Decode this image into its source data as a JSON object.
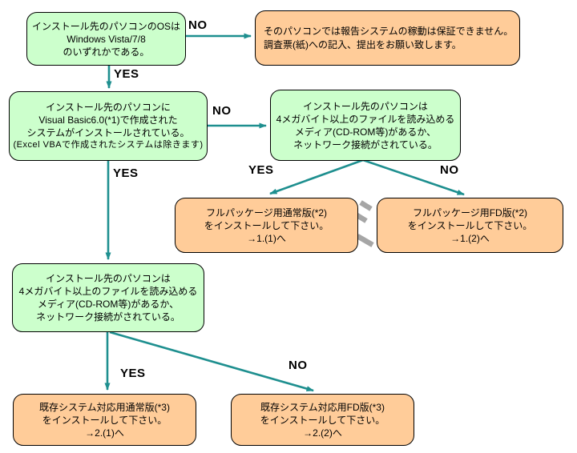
{
  "colors": {
    "green_fill": "#ccffcc",
    "orange_fill": "#ffcc99",
    "arrow_color": "#1e8f8f",
    "tear_color": "#a6a6a6",
    "border_color": "#000000"
  },
  "nodes": {
    "os_check": {
      "type": "decision",
      "lines": [
        "インストール先のパソコンのOSは",
        "Windows Vista/7/8",
        "のいずれかである。"
      ]
    },
    "not_guaranteed": {
      "type": "result",
      "lines": [
        "そのパソコンでは報告システムの稼動は保証できません。",
        "調査票(紙)への記入、提出をお願い致します。"
      ]
    },
    "vb6_check": {
      "type": "decision",
      "lines": [
        "インストール先のパソコンに",
        "Visual Basic6.0(*1)で作成された",
        "システムがインストールされている。",
        "(Excel VBAで作成されたシステムは除きます)"
      ]
    },
    "media_check_right": {
      "type": "decision",
      "lines": [
        "インストール先のパソコンは",
        "4メガバイト以上のファイルを読み込める",
        "メディア(CD-ROM等)があるか、",
        "ネットワーク接続がされている。"
      ]
    },
    "full_normal": {
      "type": "result",
      "lines": [
        "フルパッケージ用通常版(*2)",
        "をインストールして下さい。",
        "→1.(1)へ"
      ]
    },
    "full_fd": {
      "type": "result",
      "lines": [
        "フルパッケージ用FD版(*2)",
        "をインストールして下さい。",
        "→1.(2)へ"
      ]
    },
    "media_check_left": {
      "type": "decision",
      "lines": [
        "インストール先のパソコンは",
        "4メガバイト以上のファイルを読み込める",
        "メディア(CD-ROM等)があるか、",
        "ネットワーク接続がされている。"
      ]
    },
    "existing_normal": {
      "type": "result",
      "lines": [
        "既存システム対応用通常版(*3)",
        "をインストールして下さい。",
        "→2.(1)へ"
      ]
    },
    "existing_fd": {
      "type": "result",
      "lines": [
        "既存システム対応用FD版(*3)",
        "をインストールして下さい。",
        "→2.(2)へ"
      ]
    }
  },
  "edges": [
    {
      "from": "os_check",
      "to": "not_guaranteed",
      "label": "NO"
    },
    {
      "from": "os_check",
      "to": "vb6_check",
      "label": "YES"
    },
    {
      "from": "vb6_check",
      "to": "media_check_right",
      "label": "NO"
    },
    {
      "from": "vb6_check",
      "to": "media_check_left",
      "label": "YES"
    },
    {
      "from": "media_check_right",
      "to": "full_normal",
      "label": "YES"
    },
    {
      "from": "media_check_right",
      "to": "full_fd",
      "label": "NO"
    },
    {
      "from": "media_check_left",
      "to": "existing_normal",
      "label": "YES"
    },
    {
      "from": "media_check_left",
      "to": "existing_fd",
      "label": "NO"
    }
  ]
}
